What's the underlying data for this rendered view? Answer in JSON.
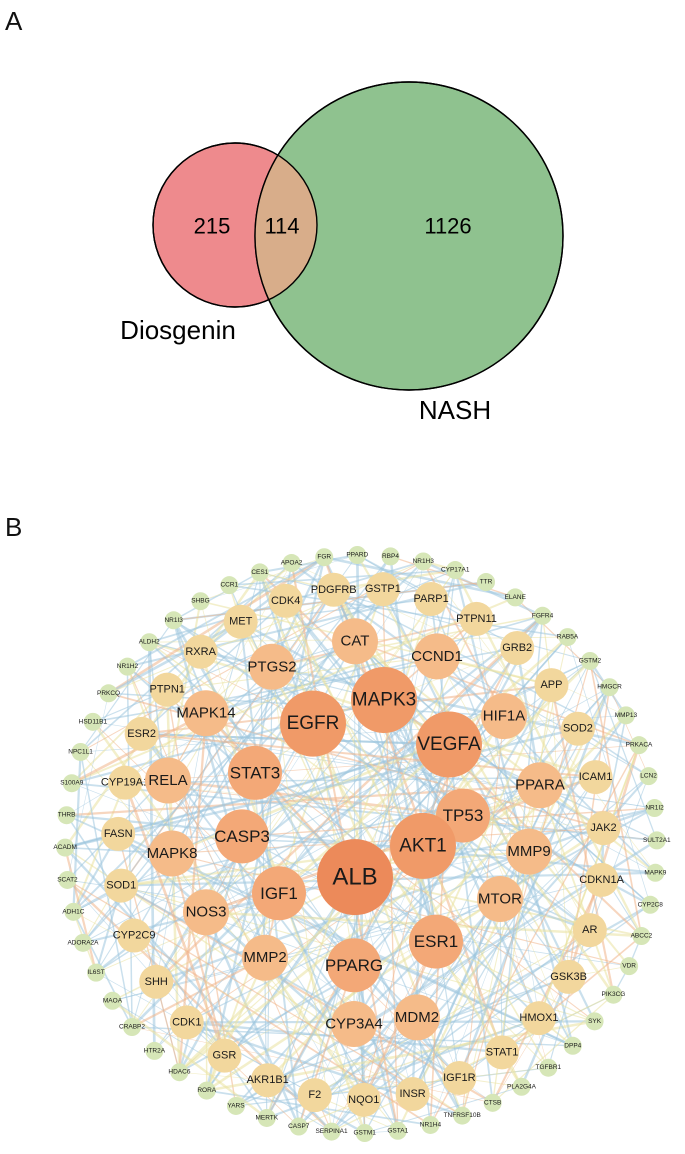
{
  "panel_a": {
    "label": "A",
    "sets": [
      {
        "name": "Diosgenin",
        "color": "#ee8a8d"
      },
      {
        "name": "NASH",
        "color": "#8fc28f"
      }
    ],
    "intersection_color": "#d8ad8a",
    "counts": {
      "diosgenin_only": "215",
      "intersection": "114",
      "nash_only": "1126"
    }
  },
  "panel_b": {
    "label": "B",
    "tiers": [
      {
        "tier": 1,
        "fill": "#ec8a5a",
        "nodes": [
          "ALB"
        ]
      },
      {
        "tier": 2,
        "fill": "#f09a68",
        "nodes": [
          "AKT1",
          "MAPK3",
          "VEGFA",
          "EGFR"
        ]
      },
      {
        "tier": 3,
        "fill": "#f3a877",
        "nodes": [
          "TP53",
          "STAT3",
          "CASP3",
          "IGF1",
          "ESR1",
          "PPARG"
        ]
      },
      {
        "tier": 4,
        "fill": "#f5bb89",
        "nodes": [
          "MTOR",
          "MMP9",
          "PPARA",
          "HIF1A",
          "CCND1",
          "CAT",
          "PTGS2",
          "MAPK14",
          "RELA",
          "MAPK8",
          "NOS3",
          "MMP2",
          "CYP3A4",
          "MDM2"
        ]
      },
      {
        "tier": 5,
        "fill": "#f2d79d",
        "nodes": [
          "GSK3B",
          "HMOX1",
          "IGF1R",
          "AR",
          "CDKN1A",
          "JAK2",
          "ICAM1",
          "SOD2",
          "APP",
          "GRB2",
          "PTPN11",
          "PARP1",
          "GSTP1",
          "PDGFRB",
          "CDK4",
          "MET",
          "RXRA",
          "PTPN1",
          "ESR2",
          "CYP19A1",
          "FASN",
          "SOD1",
          "CYP2C9",
          "SHH",
          "CDK1",
          "GSR",
          "AKR1B1",
          "F2",
          "NQO1",
          "INSR",
          "STAT1"
        ]
      },
      {
        "tier": 6,
        "fill": "#d6e6b7",
        "nodes": [
          "TNFRSF10B",
          "CTSB",
          "PLA2G4A",
          "TGFBR1",
          "DPP4",
          "SYK",
          "PIK3CG",
          "VDR",
          "ABCC2",
          "CYP2C8",
          "MAPK9",
          "SULT2A1",
          "NR1I2",
          "LCN2",
          "PRKACA",
          "MMP13",
          "HMGCR",
          "GSTM2",
          "RAB5A",
          "FGFR4",
          "ELANE",
          "TTR",
          "CYP17A1",
          "NR1H3",
          "RBP4",
          "PPARD",
          "FGR",
          "APOA2",
          "CES1",
          "CCR1",
          "SHBG",
          "NR1I3",
          "ALDH2",
          "NR1H2",
          "PRKCQ",
          "HSD11B1",
          "NPC1L1",
          "S100A9",
          "THRB",
          "ACADM",
          "SCAT2",
          "ADH1C",
          "ADORA2A",
          "IL6ST",
          "MAOA",
          "CRABP2",
          "HTR2A",
          "HDAC6",
          "RORA",
          "YARS",
          "MERTK",
          "CASP7",
          "SERPINA1",
          "GSTM1",
          "GSTA1",
          "NR1H4"
        ]
      }
    ],
    "edge_colors": {
      "blue": "#9ec6de",
      "orange": "#f0b48a",
      "yellow": "#e9e2a0"
    }
  }
}
